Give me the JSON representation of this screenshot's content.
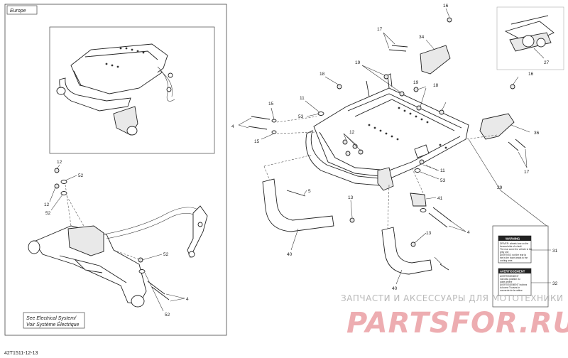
{
  "page_code": "42T1511-12-13",
  "region_label": "Europe",
  "electrical_note_line1": "See Electrical System/",
  "electrical_note_line2": "Voir Système Électrique",
  "callouts": {
    "c16a": "16",
    "c17a": "17",
    "c34": "34",
    "c27": "27",
    "c18a": "18",
    "c19a": "19",
    "c19b": "19",
    "c18b": "18",
    "c11a": "11",
    "c53a": "53",
    "c15a": "15",
    "c4a": "4",
    "c15b": "15",
    "c12a": "12",
    "c16b": "16",
    "c36": "36",
    "c17b": "17",
    "c11b": "11",
    "c53b": "53",
    "c29": "29",
    "c41": "41",
    "c5": "5",
    "c13a": "13",
    "c40a": "40",
    "c13b": "13",
    "c4b": "4",
    "c40b": "40",
    "c31": "31",
    "c32": "32",
    "l12a": "12",
    "l52a": "52",
    "l12b": "12",
    "l52b": "52",
    "l52c": "52",
    "l4": "4",
    "l52d": "52"
  },
  "label_warning": {
    "heading": "WARNING",
    "lines": [
      "DRIVER: wheels lose on the",
      "forward side of a fault",
      "The rear cover the vehicle is the",
      "grey one",
      "AVERTISS: not the rear la",
      "the is the hours leads to the",
      "cooling area"
    ]
  },
  "label_avertissement": {
    "heading": "AVERTISSEMENT",
    "lines": [
      "AVERTISSEMENT",
      "nouveau position du",
      "porte arriere",
      "AVERTISSEMENT Inclinez",
      "la bonne Trouvez-le",
      "couvercle de la cabine"
    ]
  },
  "watermark": {
    "text": "ЗАПЧАСТИ И АКСЕССУАРЫ ДЛЯ МОТОТЕХНИКИ",
    "logo": "PARTSFOR.RU"
  }
}
